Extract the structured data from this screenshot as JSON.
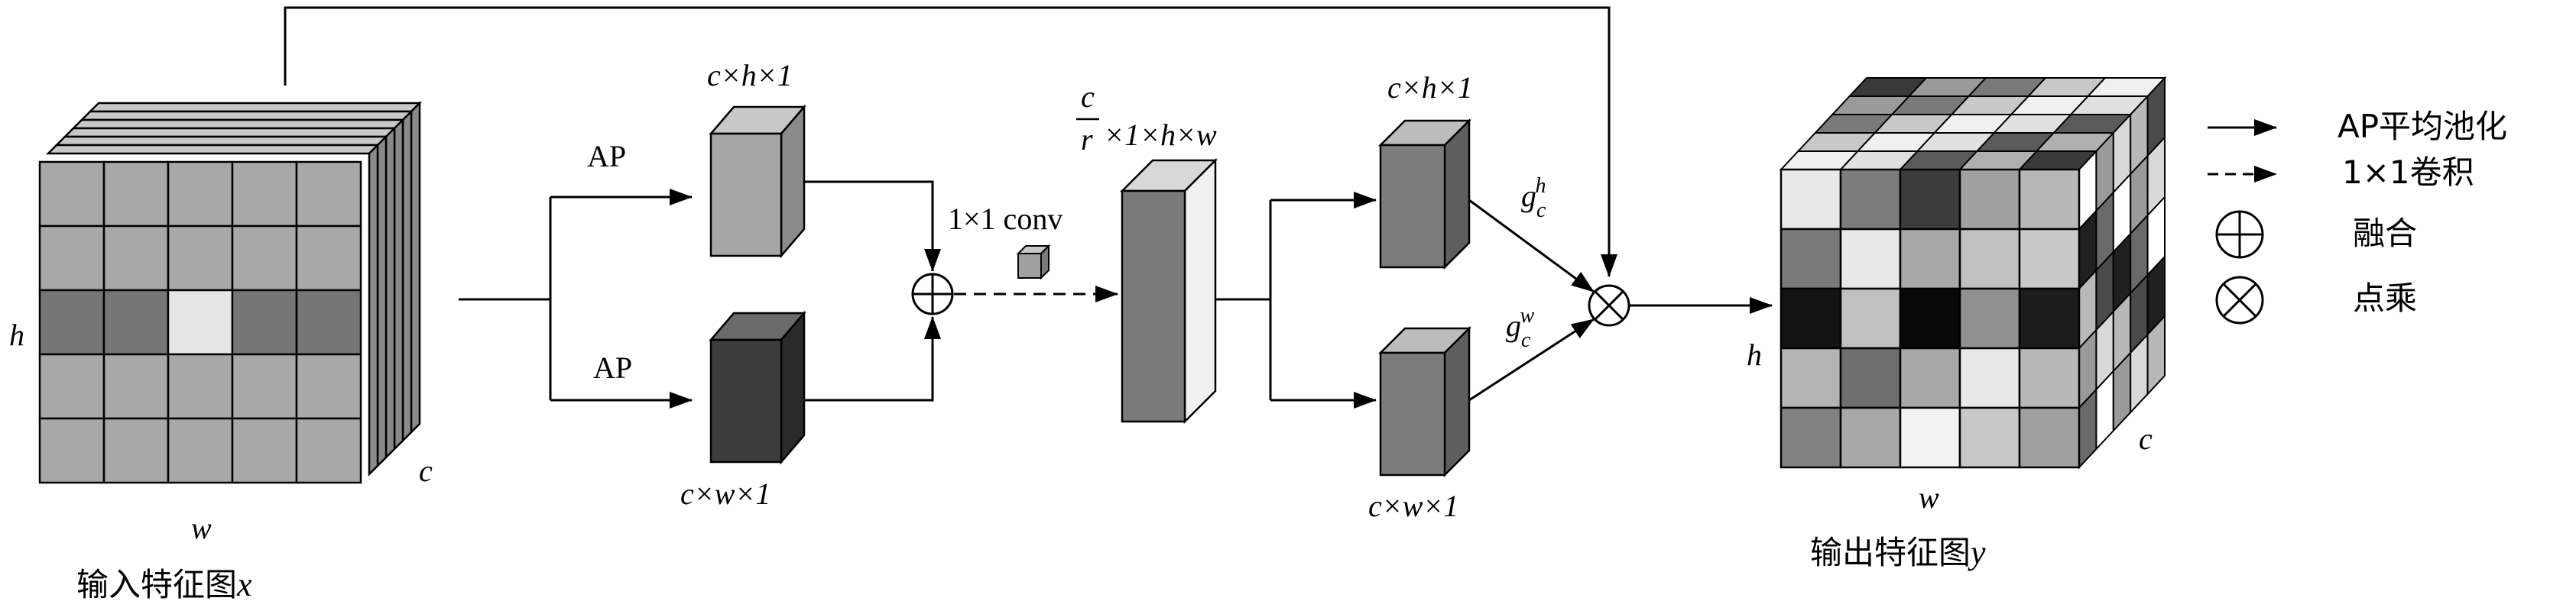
{
  "input_map": {
    "label": "输入特征图",
    "var": "x",
    "dim_h": "h",
    "dim_w": "w",
    "dim_c": "c",
    "grid": [
      [
        "#a8a8a8",
        "#a8a8a8",
        "#a8a8a8",
        "#a8a8a8",
        "#a8a8a8"
      ],
      [
        "#a8a8a8",
        "#a8a8a8",
        "#a8a8a8",
        "#a8a8a8",
        "#a8a8a8"
      ],
      [
        "#767676",
        "#767676",
        "#e6e6e6",
        "#767676",
        "#767676"
      ],
      [
        "#a8a8a8",
        "#a8a8a8",
        "#a8a8a8",
        "#a8a8a8",
        "#a8a8a8"
      ],
      [
        "#a8a8a8",
        "#a8a8a8",
        "#a8a8a8",
        "#a8a8a8",
        "#a8a8a8"
      ]
    ]
  },
  "branch_top": {
    "op": "AP",
    "dims": "c×h×1"
  },
  "branch_bottom": {
    "op": "AP",
    "dims": "c×w×1"
  },
  "conv": {
    "label": "1×1 conv"
  },
  "concat_block": {
    "frac_num": "c",
    "frac_den": "r",
    "dims": "×1×h×w"
  },
  "out_top": {
    "dims": "c×h×1",
    "gate": "g",
    "gate_sup": "h",
    "gate_sub": "c"
  },
  "out_bottom": {
    "dims": "c×w×1",
    "gate": "g",
    "gate_sup": "w",
    "gate_sub": "c"
  },
  "output_map": {
    "label": "输出特征图",
    "var": "y",
    "dim_h": "h",
    "dim_w": "w",
    "dim_c": "c",
    "grid": [
      [
        "#e8e8e8",
        "#7c7c7c",
        "#3c3c3c",
        "#a0a0a0",
        "#b8b8b8"
      ],
      [
        "#7a7a7a",
        "#e8e8e8",
        "#a8a8a8",
        "#c0c0c0",
        "#c8c8c8"
      ],
      [
        "#141414",
        "#c0c0c0",
        "#080808",
        "#909090",
        "#1c1c1c"
      ],
      [
        "#b4b4b4",
        "#6e6e6e",
        "#a8a8a8",
        "#e8e8e8",
        "#b8b8b8"
      ],
      [
        "#828282",
        "#a8a8a8",
        "#f2f2f2",
        "#c8c8c8",
        "#a0a0a0"
      ]
    ]
  },
  "legend": [
    {
      "symbol": "solid-arrow",
      "text": "AP平均池化"
    },
    {
      "symbol": "dashed-arrow",
      "text": "1×1卷积"
    },
    {
      "symbol": "plus-circle",
      "text": "融合"
    },
    {
      "symbol": "times-circle",
      "text": "点乘"
    }
  ]
}
